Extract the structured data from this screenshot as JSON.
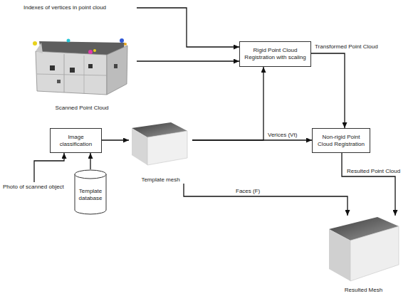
{
  "diagram": {
    "nodes": [
      {
        "text": [
          "Scanned Point Cloud"
        ]
      },
      {
        "text": [
          "Rigid Point Cloud Registration with scaling"
        ]
      },
      {
        "text": [
          "Image classification"
        ]
      },
      {
        "text": [
          "Template mesh"
        ]
      },
      {
        "text": [
          "Non-rigid Point Cloud Registration"
        ]
      },
      {
        "text": [
          "Template database"
        ]
      },
      {
        "text": [
          "Resulted Mesh"
        ]
      }
    ],
    "edges": [
      {
        "from": 0,
        "to": 1,
        "arrow": "to"
      },
      {
        "from": 1,
        "to": 4,
        "label": "Transformed Point Cloud",
        "arrow": "to"
      },
      {
        "from": 3,
        "to": 4,
        "label": "Verices (Vt)",
        "arrow": "to"
      },
      {
        "from": 3,
        "to": 1,
        "arrow": "to"
      },
      {
        "from": 4,
        "to": 6,
        "label": "Resulted Point Cloud",
        "arrow": "to"
      },
      {
        "from": 3,
        "to": 6,
        "label": "Faces (F)",
        "arrow": "to"
      },
      {
        "from": 2,
        "to": 3,
        "arrow": "to"
      },
      {
        "from": 5,
        "to": 2,
        "arrow": "to"
      }
    ],
    "labels": [
      "Indexes of vertices in point cloud",
      "Photo of scanned object"
    ]
  }
}
